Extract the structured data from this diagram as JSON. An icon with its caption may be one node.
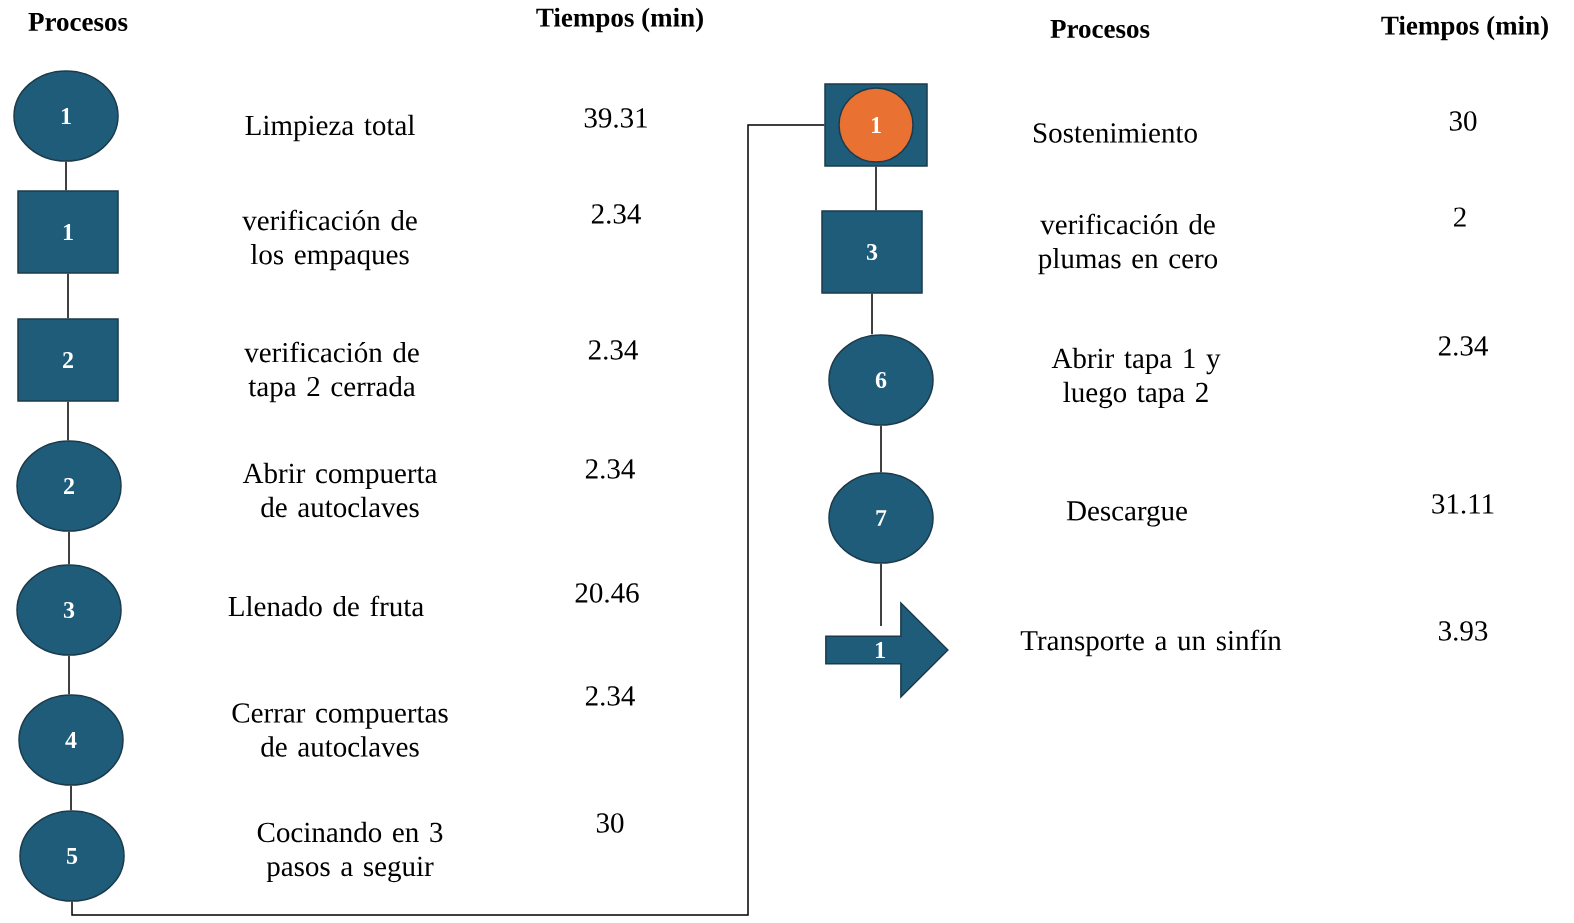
{
  "diagram": {
    "nodes": [
      {
        "text": [
          "1"
        ]
      },
      {
        "text": [
          "1"
        ]
      },
      {
        "text": [
          "2"
        ]
      },
      {
        "text": [
          "2"
        ]
      },
      {
        "text": [
          "3"
        ]
      },
      {
        "text": [
          "4"
        ]
      },
      {
        "text": [
          "5"
        ]
      },
      {
        "text": [
          "1"
        ]
      },
      {
        "text": [
          "3"
        ]
      },
      {
        "text": [
          "6"
        ]
      },
      {
        "text": [
          "7"
        ]
      },
      {
        "text": [
          "1"
        ]
      }
    ],
    "edges": [
      {
        "from": 0,
        "to": 1,
        "arrow": "none"
      },
      {
        "from": 1,
        "to": 2,
        "arrow": "none"
      },
      {
        "from": 2,
        "to": 3,
        "arrow": "none"
      },
      {
        "from": 3,
        "to": 4,
        "arrow": "none"
      },
      {
        "from": 4,
        "to": 5,
        "arrow": "none"
      },
      {
        "from": 5,
        "to": 6,
        "arrow": "none"
      },
      {
        "from": 6,
        "to": 7,
        "arrow": "none"
      },
      {
        "from": 7,
        "to": 8,
        "arrow": "none"
      },
      {
        "from": 8,
        "to": 9,
        "arrow": "none"
      },
      {
        "from": 9,
        "to": 10,
        "arrow": "none"
      },
      {
        "from": 10,
        "to": 11,
        "arrow": "none"
      }
    ],
    "labels": [
      "Procesos",
      "Tiempos (min)",
      "Limpieza total",
      "39.31",
      "verificación de los empaques",
      "2.34",
      "verificación de tapa 2 cerrada",
      "2.34",
      "Abrir compuerta de autoclaves",
      "2.34",
      "Llenado de fruta",
      "20.46",
      "Cerrar compuertas de autoclaves",
      "2.34",
      "Cocinando en 3 pasos a seguir",
      "30",
      "Procesos",
      "Tiempos (min)",
      "Sostenimiento",
      "30",
      "verificación de plumas en cero",
      "2",
      "Abrir tapa 1 y luego tapa 2",
      "2.34",
      "Descargue",
      "31.11",
      "Transporte a un sinfín",
      "3.93"
    ]
  }
}
